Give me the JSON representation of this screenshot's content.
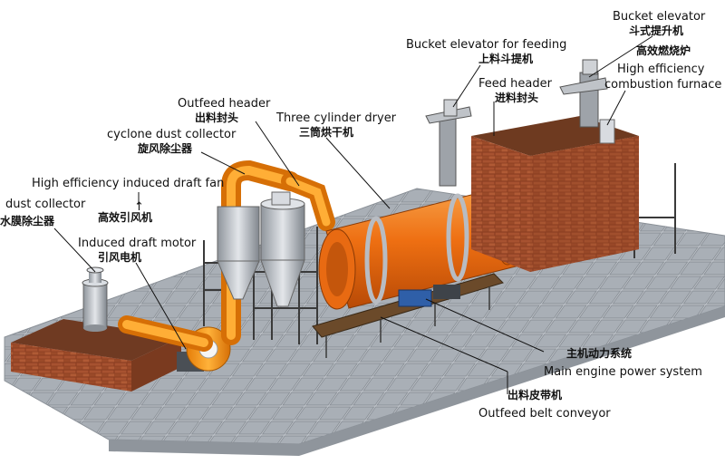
{
  "labels": {
    "bucket_elevator": {
      "en": "Bucket elevator",
      "zh": "斗式提升机"
    },
    "bucket_elevator_feeding": {
      "en": "Bucket elevator for feeding",
      "zh": "上料斗提机"
    },
    "combustion_furnace": {
      "zh": "高效燃烧炉",
      "en1": "High efficiency",
      "en2": "combustion furnace"
    },
    "feed_header": {
      "en": "Feed header",
      "zh": "进料封头"
    },
    "outfeed_header": {
      "en": "Outfeed header",
      "zh": "出料封头"
    },
    "three_cylinder_dryer": {
      "en": "Three cylinder dryer",
      "zh": "三筒烘干机"
    },
    "cyclone": {
      "en": "cyclone dust collector",
      "zh": "旋风除尘器"
    },
    "induced_fan": {
      "en": "High efficiency induced draft fan",
      "zh": "高效引风机"
    },
    "dust_collector": {
      "en": "dust collector",
      "zh": "水膜除尘器"
    },
    "draft_motor": {
      "en": "Induced draft motor",
      "zh": "引风电机"
    },
    "main_engine": {
      "zh": "主机动力系统",
      "en": "Main engine power system"
    },
    "belt_conveyor": {
      "zh": "出料皮带机",
      "en": "Outfeed belt conveyor"
    }
  },
  "colors": {
    "paving": "#b9bfc6",
    "brick": "#9a4a2a",
    "dryer": "#f07a1c",
    "duct": "#f39a1a",
    "cyclone": "#cfd3d8",
    "frame": "#3a3a3a",
    "belt": "#6b4a2a"
  }
}
